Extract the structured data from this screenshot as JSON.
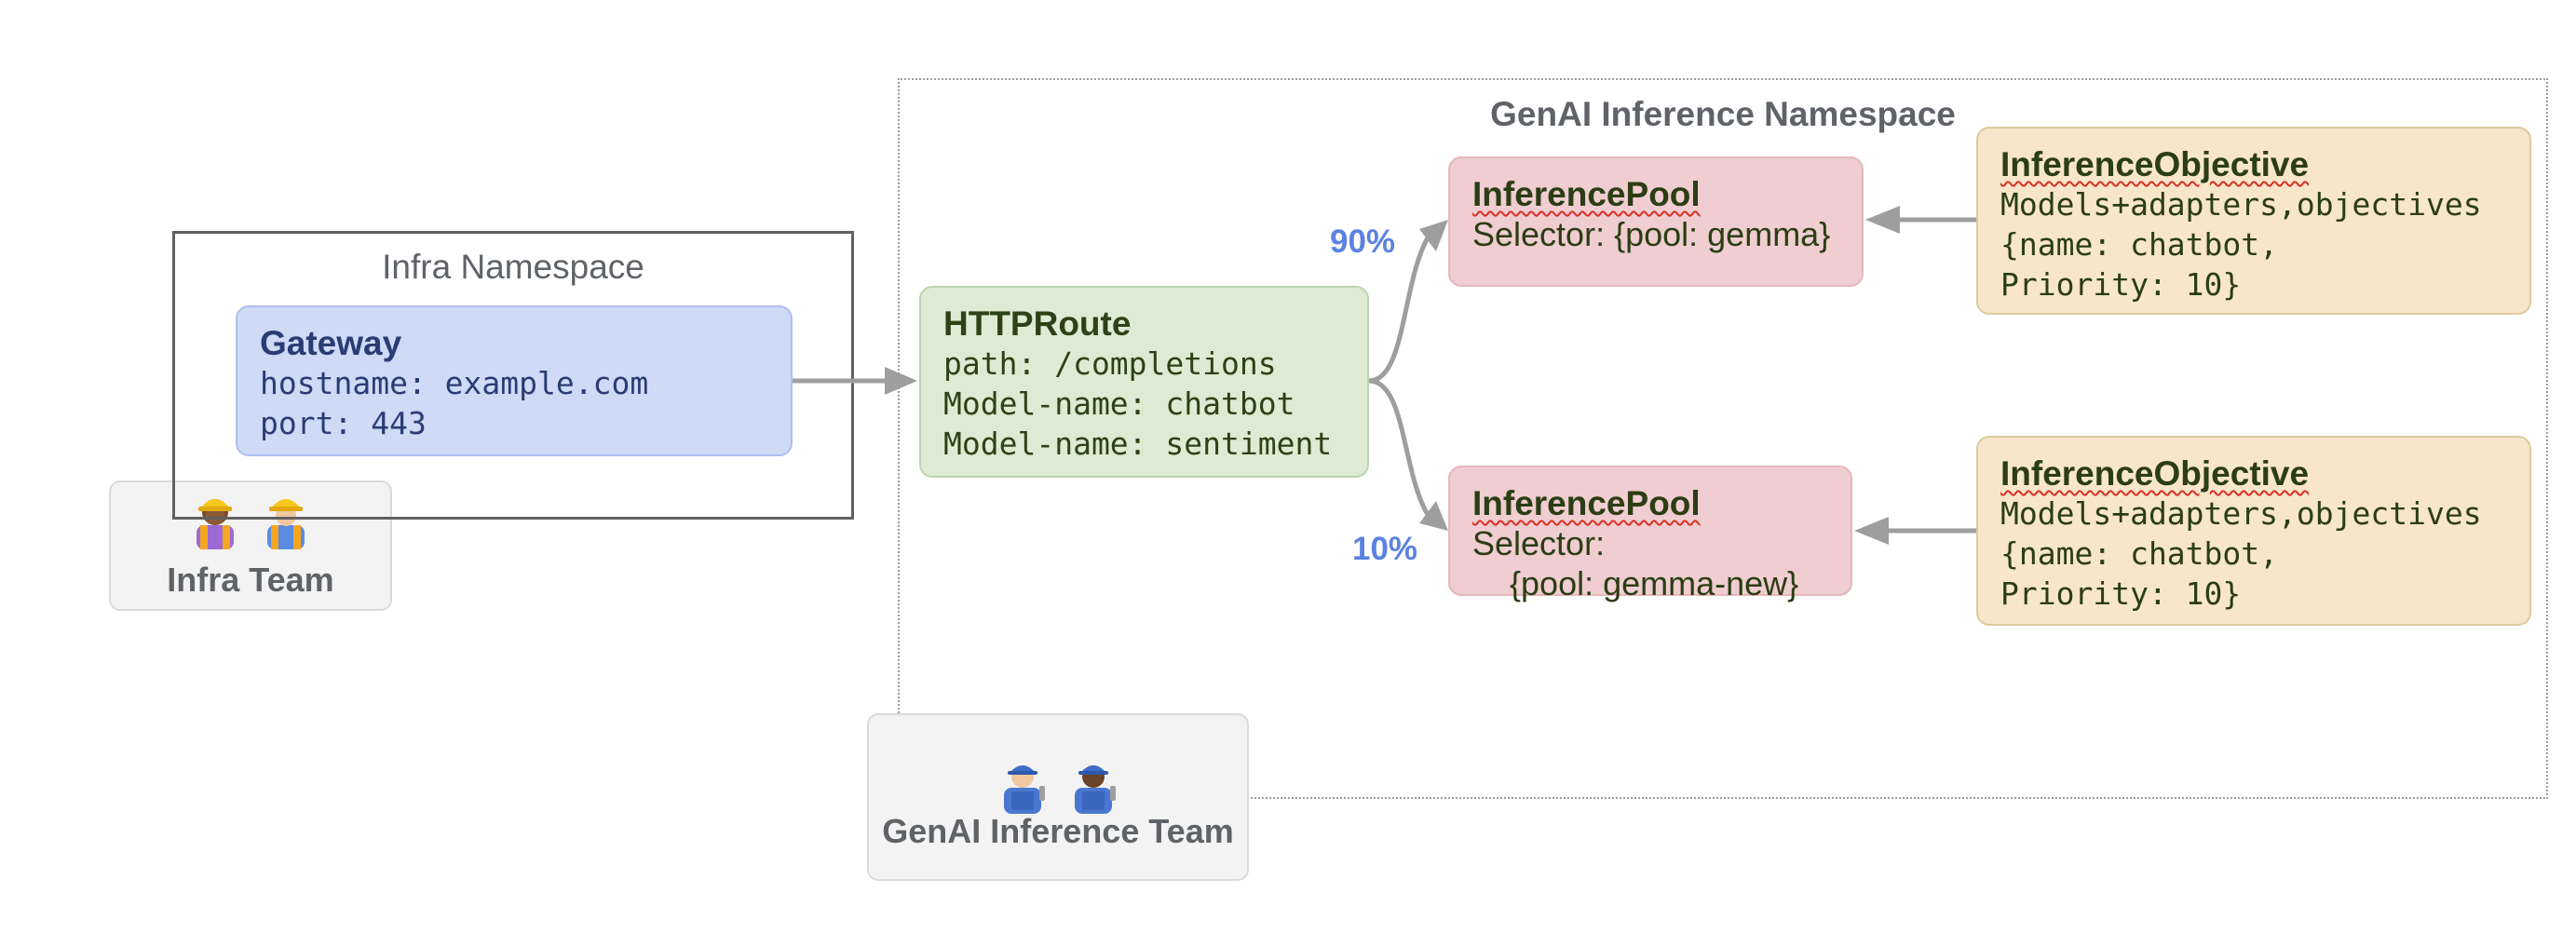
{
  "genai_namespace": {
    "title": "GenAI Inference Namespace"
  },
  "infra_namespace": {
    "title": "Infra Namespace"
  },
  "infra_team": {
    "label": "Infra Team"
  },
  "genai_team": {
    "label": "GenAI Inference Team"
  },
  "gateway": {
    "title": "Gateway",
    "lines": [
      "hostname: example.com",
      "port: 443"
    ]
  },
  "httproute": {
    "title": "HTTPRoute",
    "lines": [
      "path: /completions",
      "Model-name: chatbot",
      "Model-name: sentiment"
    ]
  },
  "pool_primary": {
    "title": "InferencePool",
    "lines": [
      "Selector: {pool: gemma}"
    ]
  },
  "pool_secondary": {
    "title": "InferencePool",
    "lines": [
      "Selector:",
      "    {pool: gemma-new}"
    ]
  },
  "objective_primary": {
    "title": "InferenceObjective",
    "lines": [
      "Models+adapters,objectives",
      "{name: chatbot,",
      "Priority: 10}"
    ]
  },
  "objective_secondary": {
    "title": "InferenceObjective",
    "lines": [
      "Models+adapters,objectives",
      "{name: chatbot,",
      "Priority: 10}"
    ]
  },
  "split": {
    "primary_pct": "90%",
    "secondary_pct": "10%"
  },
  "colors": {
    "arrow": "#9e9e9e",
    "gateway": "#cfdaf7",
    "httproute": "#deebd4",
    "pool": "#efcdd0",
    "objective": "#f8e6ca",
    "percent": "#5b82e0"
  }
}
